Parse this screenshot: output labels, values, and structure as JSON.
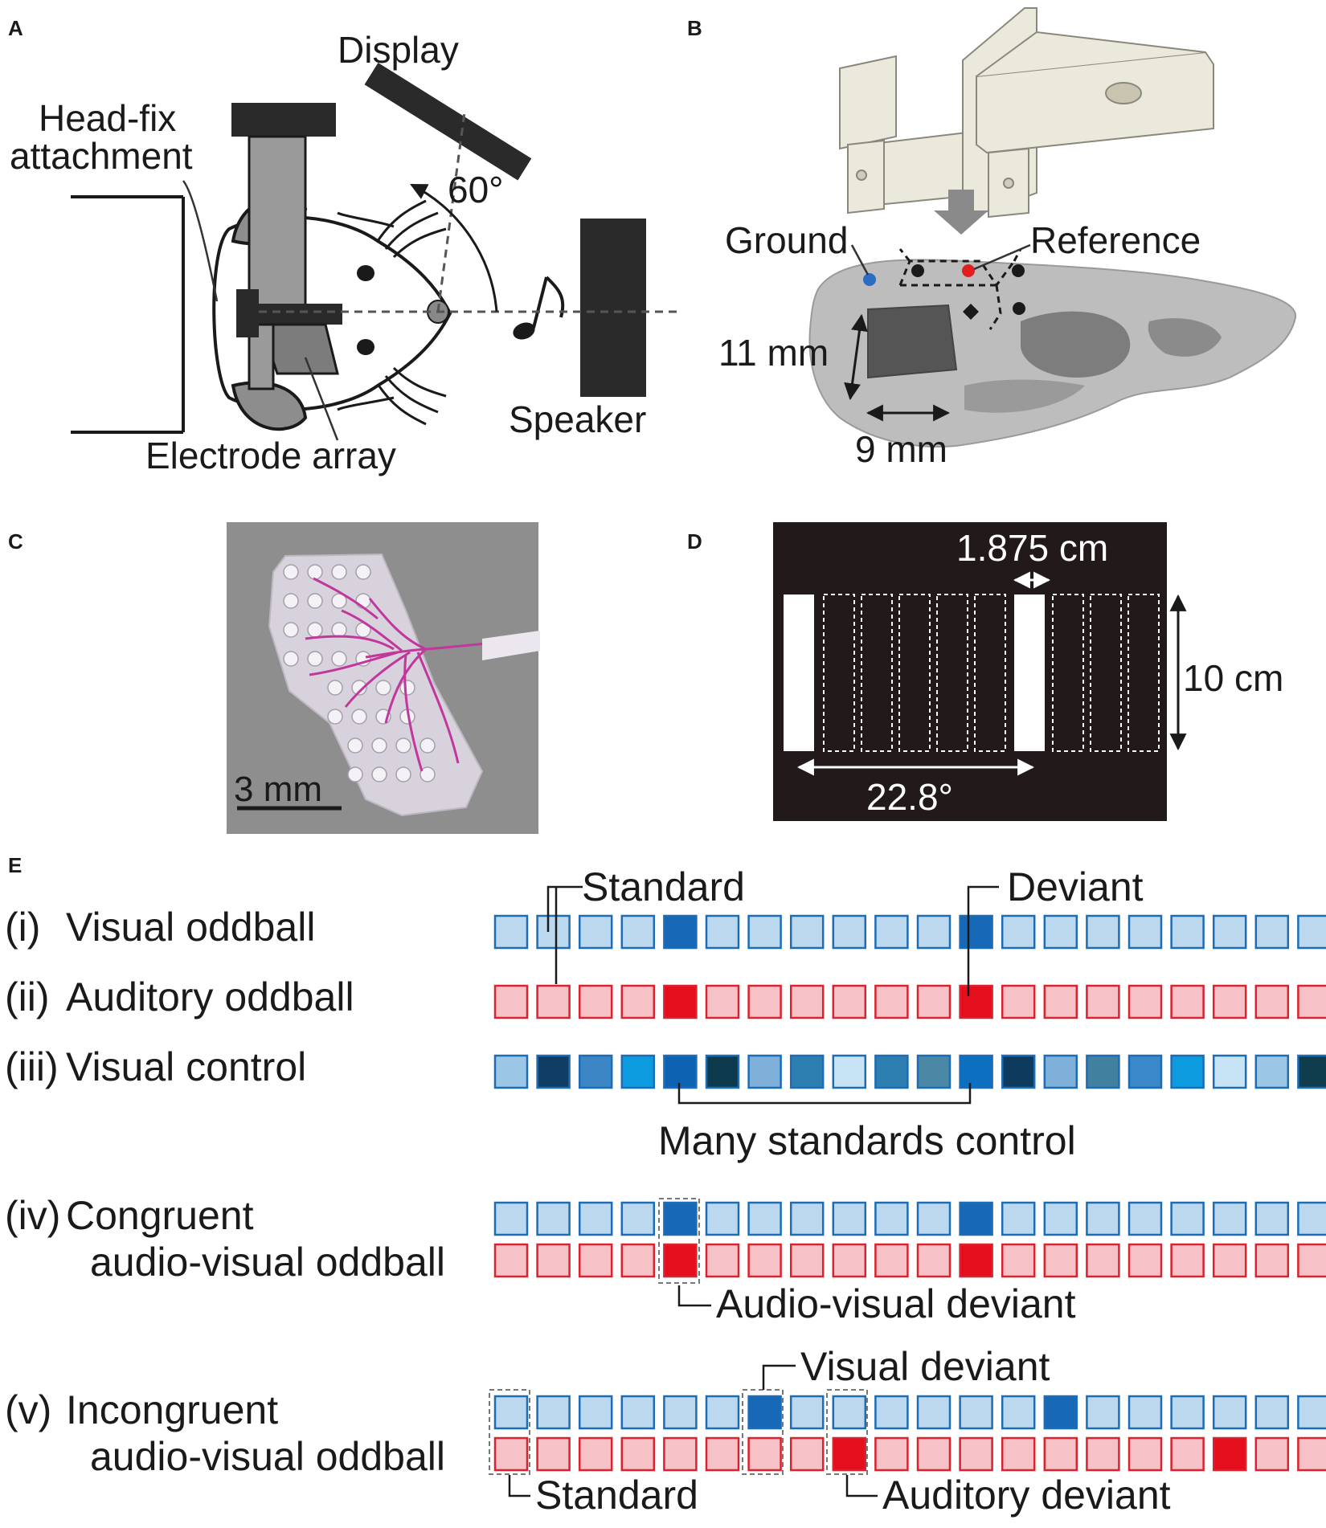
{
  "panels": {
    "a": {
      "letter": "A",
      "labels": {
        "display": "Display",
        "head_fix_1": "Head-fix",
        "head_fix_2": "attachment",
        "angle": "60°",
        "speaker": "Speaker",
        "electrode": "Electrode array"
      }
    },
    "b": {
      "letter": "B",
      "labels": {
        "ground": "Ground",
        "reference": "Reference",
        "height": "11 mm",
        "width": "9 mm"
      },
      "colors": {
        "ground_dot": "#2b6cc4",
        "reference_dot": "#e02020"
      }
    },
    "c": {
      "letter": "C",
      "scale_bar": "3 mm",
      "colors": {
        "wiring": "#c2379c"
      }
    },
    "d": {
      "letter": "D",
      "labels": {
        "spacing": "1.875 cm",
        "height": "10 cm",
        "angle": "22.8°"
      }
    },
    "e": {
      "letter": "E",
      "colors": {
        "visual_standard": "#bcd8ef",
        "visual_deviant": "#1769b8",
        "visual_border": "#1c6db5",
        "auditory_standard": "#f6c2c8",
        "auditory_deviant": "#e40e1c",
        "auditory_border": "#d9232e"
      },
      "rows": [
        {
          "num": "(i)",
          "label": "Visual oddball"
        },
        {
          "num": "(ii)",
          "label": "Auditory oddball"
        },
        {
          "num": "(iii)",
          "label": "Visual control"
        },
        {
          "num": "(iv)",
          "label": "Congruent",
          "label2": "audio-visual oddball"
        },
        {
          "num": "(v)",
          "label": "Incongruent",
          "label2": "audio-visual oddball"
        }
      ],
      "annotations": {
        "standard": "Standard",
        "deviant": "Deviant",
        "many_standards": "Many standards control",
        "av_deviant": "Audio-visual deviant",
        "visual_deviant": "Visual deviant",
        "standard_v": "Standard",
        "auditory_deviant": "Auditory deviant"
      },
      "sequences": {
        "visual_oddball_deviant_positions": [
          5,
          12
        ],
        "auditory_oddball_deviant_positions": [
          5,
          12
        ],
        "visual_control_colors": [
          "#9cc6e6",
          "#0f3d63",
          "#3d86c6",
          "#0d9be0",
          "#0d63b1",
          "#0d3b4d",
          "#7fb0d9",
          "#2c7fb0",
          "#c6e4f5",
          "#2c7fb0",
          "#4a88a6",
          "#0d6fbf",
          "#0e3a5d",
          "#7fb0d9",
          "#41809f",
          "#3a88c9",
          "#0d9be0",
          "#c6e4f5",
          "#9cc6e6",
          "#0f3d4d"
        ],
        "congruent_deviant_positions": [
          5,
          12
        ],
        "incongruent_visual_deviant_positions": [
          7,
          14
        ],
        "incongruent_auditory_deviant_positions": [
          9,
          18
        ]
      }
    }
  }
}
